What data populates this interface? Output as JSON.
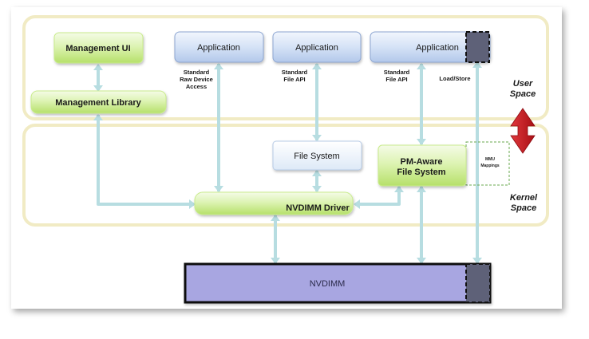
{
  "diagram": {
    "boxes": {
      "management_ui": "Management UI",
      "management_library": "Management Library",
      "application_1": "Application",
      "application_2": "Application",
      "application_3": "Application",
      "file_system": "File System",
      "pm_aware_line1": "PM-Aware",
      "pm_aware_line2": "File System",
      "nvdimm_driver": "NVDIMM Driver",
      "nvdimm": "NVDIMM"
    },
    "labels": {
      "raw_access_line1": "Standard",
      "raw_access_line2": "Raw Device",
      "raw_access_line3": "Access",
      "file_api_1_line1": "Standard",
      "file_api_1_line2": "File API",
      "file_api_2_line1": "Standard",
      "file_api_2_line2": "File API",
      "load_store": "Load/Store",
      "mmu_line1": "MMU",
      "mmu_line2": "Mappings"
    },
    "regions": {
      "user_space_line1": "User",
      "user_space_line2": "Space",
      "kernel_space_line1": "Kernel",
      "kernel_space_line2": "Space"
    },
    "colors": {
      "user_region_border": "#f1ebc4",
      "green_box": "#c9ec8c",
      "blue_box": "#c9d8f1",
      "arrow": "#b7dde1",
      "nvdimm_fill": "#a8a6e1",
      "dark_region": "#5e6178",
      "red_arrow": "#c4161c"
    }
  }
}
